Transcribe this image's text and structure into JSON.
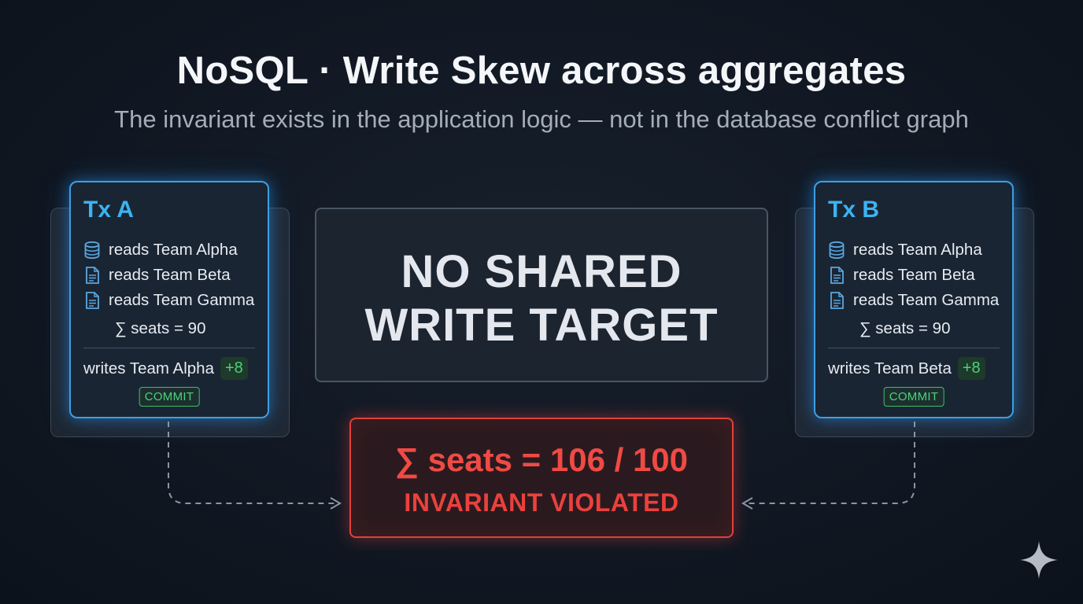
{
  "header": {
    "title": "NoSQL · Write Skew across aggregates",
    "subtitle": "The invariant exists in the application logic — not in the database conflict graph"
  },
  "transactions": [
    {
      "title": "Tx A",
      "reads": [
        {
          "label": "reads Team Alpha",
          "icon": "database-icon"
        },
        {
          "label": "reads Team Beta",
          "icon": "document-icon"
        },
        {
          "label": "reads Team Gamma",
          "icon": "document-icon"
        }
      ],
      "sum": "∑ seats = 90",
      "writes": "writes Team Alpha",
      "delta": "+8",
      "status": "COMMIT"
    },
    {
      "title": "Tx B",
      "reads": [
        {
          "label": "reads Team Alpha",
          "icon": "database-icon"
        },
        {
          "label": "reads Team Beta",
          "icon": "document-icon"
        },
        {
          "label": "reads Team Gamma",
          "icon": "document-icon"
        }
      ],
      "sum": "∑ seats = 90",
      "writes": "writes Team Beta",
      "delta": "+8",
      "status": "COMMIT"
    }
  ],
  "center": {
    "line1": "NO SHARED",
    "line2": "WRITE TARGET"
  },
  "violation": {
    "line1": "∑ seats = 106 / 100",
    "line2": "INVARIANT VIOLATED"
  },
  "colors": {
    "accent_blue": "#3ab4f2",
    "commit_green": "#4cd27a",
    "violation_red": "#f04a44"
  }
}
